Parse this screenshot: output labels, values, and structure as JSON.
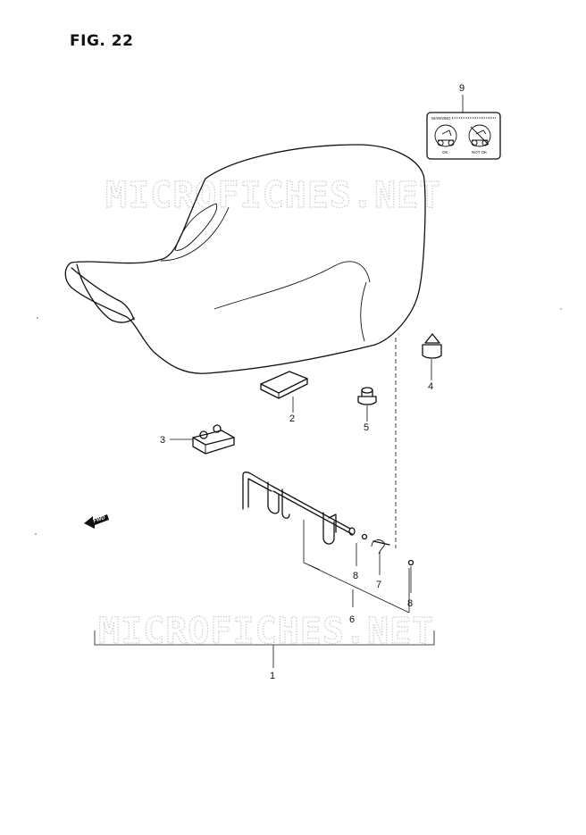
{
  "figure": {
    "title": "FIG. 22"
  },
  "watermark": {
    "text": "MICROFICHES.NET"
  },
  "callouts": [
    "9",
    "2",
    "4",
    "5",
    "3",
    "8",
    "7",
    "8",
    "6",
    "1"
  ],
  "warning_label": {
    "header": "WARNING !",
    "left_caption": "OK",
    "right_caption": "NOT OK"
  },
  "fwd_arrow": {
    "text": "FWD"
  }
}
